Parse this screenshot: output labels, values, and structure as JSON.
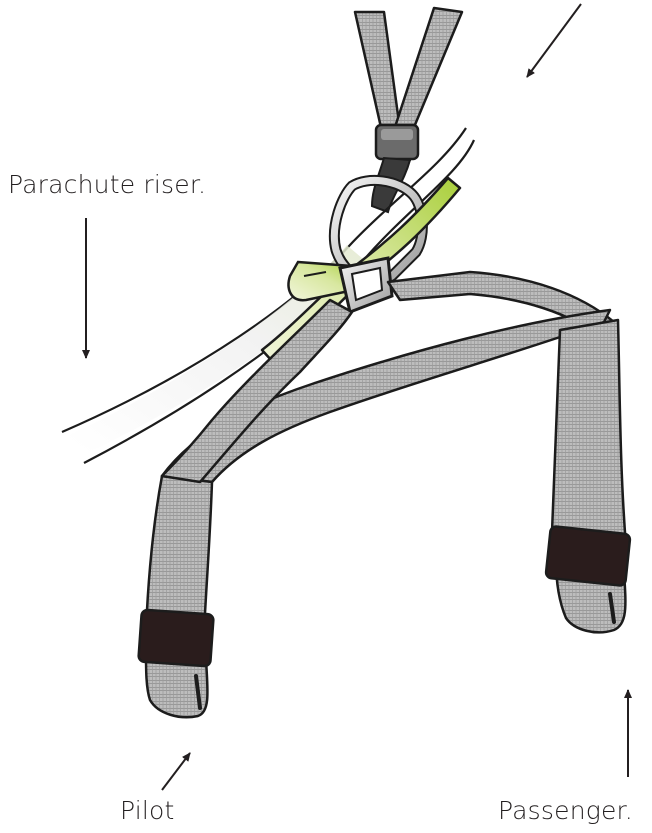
{
  "labels": {
    "riser": "Parachute riser.",
    "pilot": "Pilot",
    "passenger": "Passenger."
  },
  "colors": {
    "strap_fill": "#b9b9b9",
    "strap_dark": "#7d7d7d",
    "outline": "#1c1c1c",
    "end_band": "#2a1c1c",
    "accent_green": "#b8d65a",
    "buckle_steel": "#d4d4d4",
    "keeper": "#6b6b6b"
  },
  "icons": [
    "arrow-icon",
    "carabiner-icon",
    "buckle-icon"
  ]
}
